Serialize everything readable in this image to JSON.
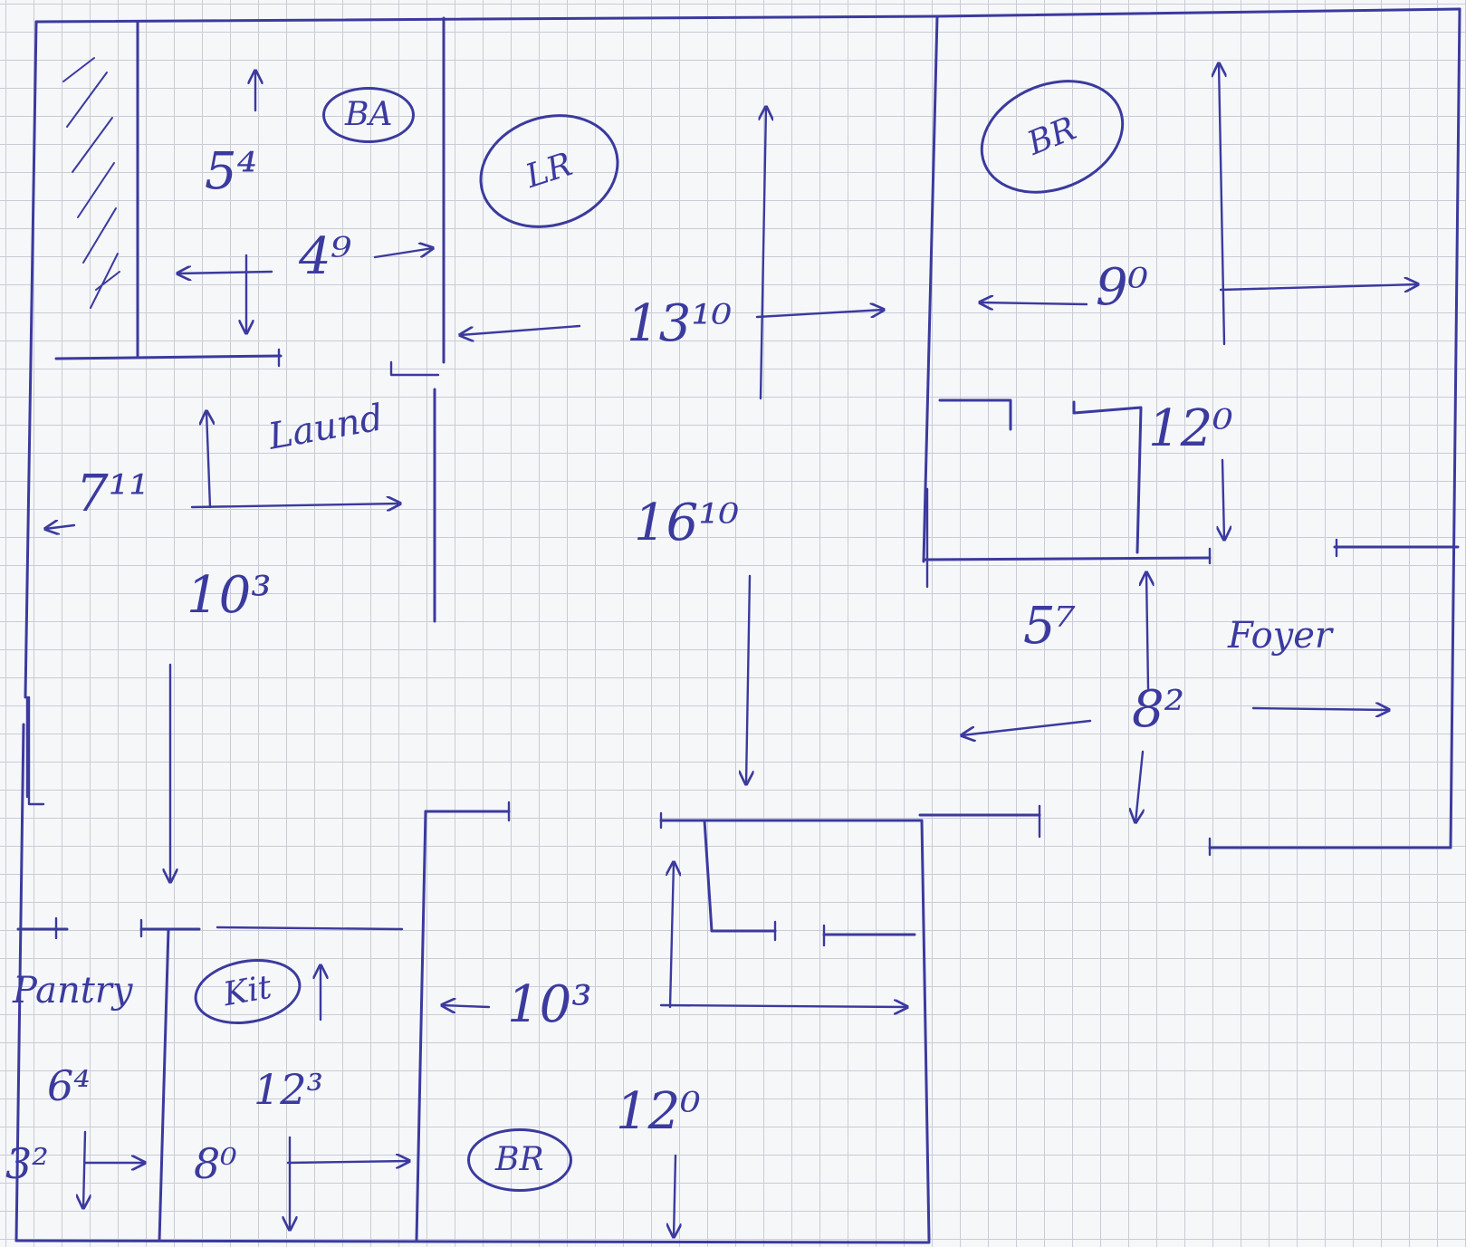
{
  "rooms": {
    "bath": "BA",
    "living": "LR",
    "bedroom_top": "BR",
    "laundry": "Laund",
    "foyer": "Foyer",
    "pantry": "Pantry",
    "kitchen": "Kit",
    "bedroom_bottom": "BR"
  },
  "dimensions": {
    "bath_depth": "5⁴",
    "bath_width": "4⁹",
    "laundry_width": "7¹¹",
    "laundry_depth": "10³",
    "living_width": "13¹⁰",
    "living_depth": "16¹⁰",
    "bedroom_top_width": "9⁰",
    "bedroom_top_depth": "12⁰",
    "foyer_depth": "5⁷",
    "foyer_width": "8²",
    "pantry_depth": "6⁴",
    "pantry_width": "3²",
    "kitchen_depth": "12³",
    "kitchen_width": "8⁰",
    "bedroom_bottom_width": "10³",
    "bedroom_bottom_depth": "12⁰"
  }
}
